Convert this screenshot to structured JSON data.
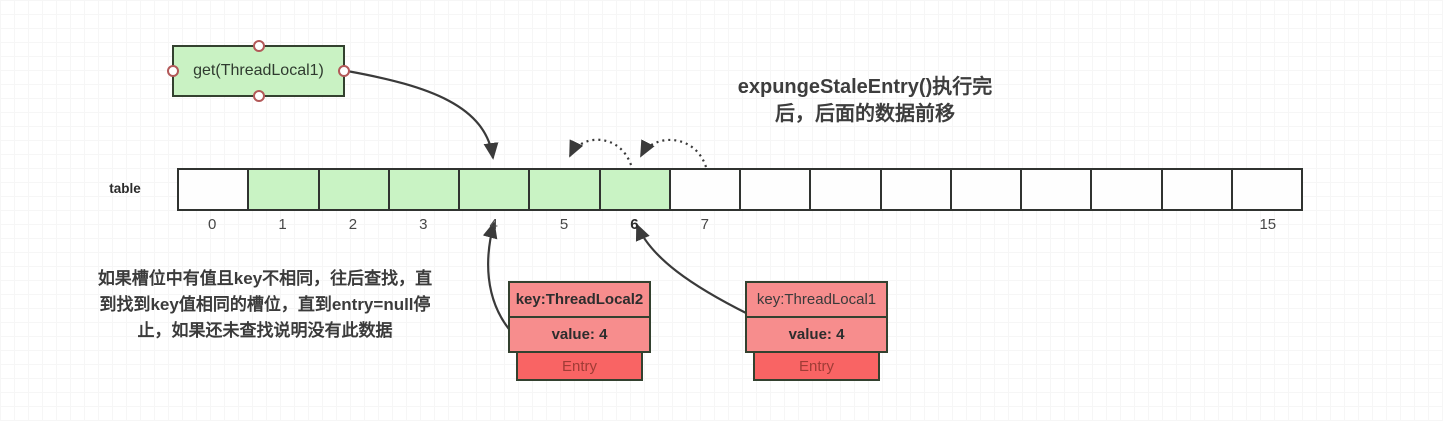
{
  "heading": {
    "line1": "expungeStaleEntry()执行完",
    "line2": "后，后面的数据前移"
  },
  "get_box": {
    "label": "get(ThreadLocal1)"
  },
  "array": {
    "label": "table",
    "cell_count": 16,
    "green_cells": [
      1,
      2,
      3,
      4,
      5,
      6
    ],
    "index_labels": [
      {
        "cell": 0,
        "text": "0",
        "bold": false
      },
      {
        "cell": 1,
        "text": "1",
        "bold": false
      },
      {
        "cell": 2,
        "text": "2",
        "bold": false
      },
      {
        "cell": 3,
        "text": "3",
        "bold": false
      },
      {
        "cell": 4,
        "text": "4",
        "bold": false
      },
      {
        "cell": 5,
        "text": "5",
        "bold": false
      },
      {
        "cell": 6,
        "text": "6",
        "bold": true
      },
      {
        "cell": 7,
        "text": "7",
        "bold": false
      },
      {
        "cell": 15,
        "text": "15",
        "bold": false
      }
    ]
  },
  "note": {
    "lines": [
      "如果槽位中有值且key不相同，往后查找，直",
      "到找到key值相同的槽位，直到entry=null停",
      "止，如果还未查找说明没有此数据"
    ]
  },
  "entries": [
    {
      "key": "key:ThreadLocal2",
      "value": "value: 4",
      "tag": "Entry"
    },
    {
      "key": "key:ThreadLocal1",
      "value": "value: 4",
      "tag": "Entry"
    }
  ],
  "colors": {
    "box_green": "#c9f2c3",
    "cell_green": "#c9f3c4",
    "cell_border": "#303330",
    "shape_border": "#33412f",
    "entry_light": "#f78d8d",
    "entry_dark": "#f96464",
    "entry_text": "#a03c36",
    "arrow": "#3a3a3a",
    "anchor_border": "#b35959"
  }
}
